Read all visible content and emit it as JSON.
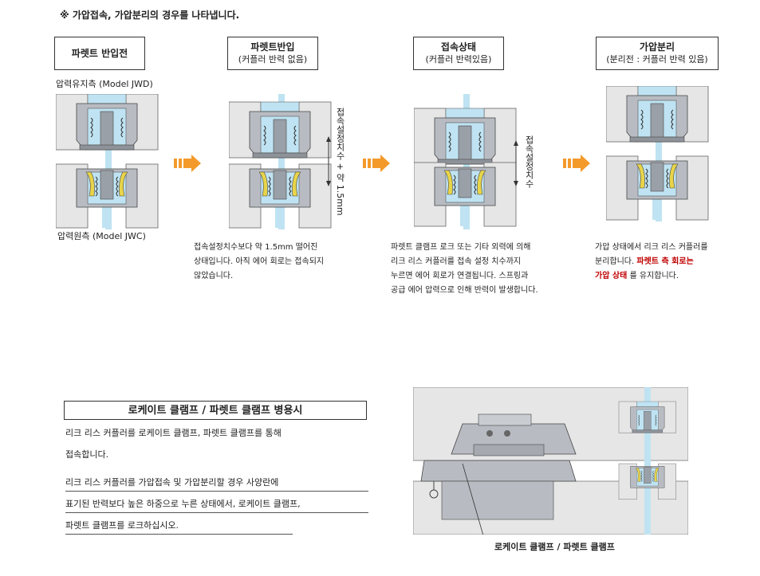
{
  "note": "※ 가압접속, 가압분리의 경우를 나타냅니다.",
  "steps": [
    {
      "title": "파렛트 반입전",
      "subtitle": ""
    },
    {
      "title": "파렛트반입",
      "subtitle": "(커플러 반력 없음)"
    },
    {
      "title": "접속상태",
      "subtitle": "(커플러 반력있음)"
    },
    {
      "title": "가압분리",
      "subtitle": "(분리전 : 커플러 반력 있음)"
    }
  ],
  "labels": {
    "top_side": "압력유지측 (Model JWD)",
    "bottom_side": "압력원측 (Model JWC)",
    "dim_gap": "접속설정치수 + 약 1.5mm",
    "dim_set": "접속설정치수"
  },
  "descriptions": {
    "step2": [
      "접속설정치수보다 약 1.5mm 떨어진",
      "상태입니다. 아직 에어 회로는 접속되지",
      "않았습니다."
    ],
    "step3": [
      "파렛트 클램프 로크 또는 기타 외력에 의해",
      "리크 리스 커플러를 접속 설정 치수까지",
      "누르면 에어 회로가 연결됩니다. 스프링과",
      "공급 에어 압력으로 인해 반력이 발생합니다."
    ],
    "step4_l1": "가압 상태에서 리크 리스 커플러를",
    "step4_l2a": "분리합니다.",
    "step4_l2b": "파렛트 측 회로는",
    "step4_l3a": "가압 상태",
    "step4_l3b": "를 유지합니다."
  },
  "lower": {
    "title": "로케이트 클램프 / 파렛트 클램프 병용시",
    "p1": [
      "리크 리스 커플러를 로케이트 클램프, 파렛트 클램프를 통해",
      "접속합니다."
    ],
    "p2": [
      "리크 리스 커플러를 가압접속 및 가압분리할 경우 사양란에",
      "표기된 반력보다 높은 하중으로 누른 상태에서, 로케이트 클램프,",
      "파렛트 클램프를 로크하십시오."
    ],
    "callout": "로케이트 클램프 / 파렛트 클램프"
  },
  "colors": {
    "arrow": "#f39a2b",
    "highlight": "#c00000",
    "air": "#bfe3f2",
    "body": "#b8bcc2",
    "plate": "#e6e6e6",
    "spring": "#e8d44a"
  }
}
